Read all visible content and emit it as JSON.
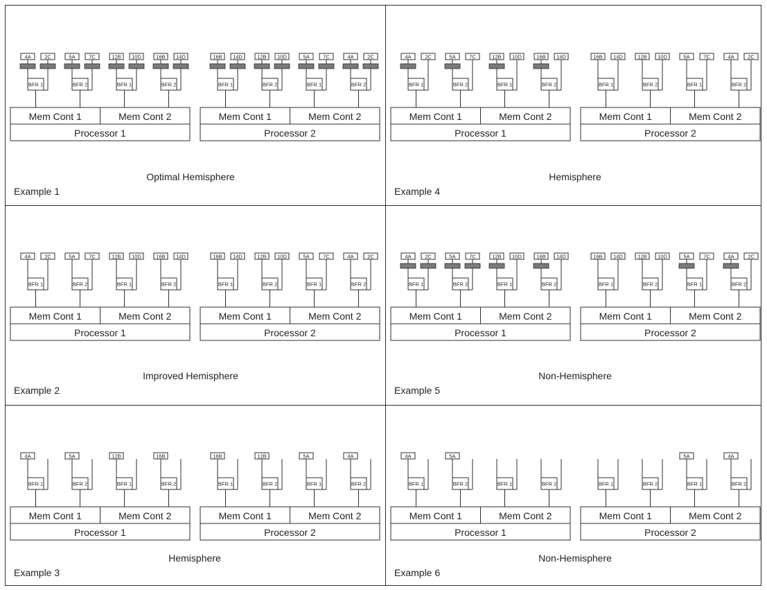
{
  "labels": {
    "mem_cont_1": "Mem Cont 1",
    "mem_cont_2": "Mem Cont 2",
    "processor_1": "Processor 1",
    "processor_2": "Processor 2",
    "bfr_1": "BFR 1",
    "bfr_2": "BFR 2"
  },
  "colors": {
    "line": "#2c2c2c",
    "dimm_fill": "#ffffff",
    "populated_fill": "#7a7a7a"
  },
  "panels": [
    {
      "example": "Example 1",
      "caption": "Optimal Hemisphere",
      "p1": [
        {
          "slots": [
            "4A",
            "2C"
          ],
          "filled": [
            true,
            true
          ]
        },
        {
          "slots": [
            "5A",
            "7C"
          ],
          "filled": [
            true,
            true
          ]
        },
        {
          "slots": [
            "12B",
            "10D"
          ],
          "filled": [
            true,
            true
          ]
        },
        {
          "slots": [
            "16B",
            "14D"
          ],
          "filled": [
            true,
            true
          ]
        }
      ],
      "p2": [
        {
          "slots": [
            "16B",
            "14D"
          ],
          "filled": [
            true,
            true
          ]
        },
        {
          "slots": [
            "12B",
            "10D"
          ],
          "filled": [
            true,
            true
          ]
        },
        {
          "slots": [
            "5A",
            "7C"
          ],
          "filled": [
            true,
            true
          ]
        },
        {
          "slots": [
            "4A",
            "2C"
          ],
          "filled": [
            true,
            true
          ]
        }
      ]
    },
    {
      "example": "Example 4",
      "caption": "Hemisphere",
      "p1": [
        {
          "slots": [
            "4A",
            "2C"
          ],
          "filled": [
            true,
            false
          ]
        },
        {
          "slots": [
            "5A",
            "7C"
          ],
          "filled": [
            true,
            false
          ]
        },
        {
          "slots": [
            "12B",
            "10D"
          ],
          "filled": [
            true,
            false
          ]
        },
        {
          "slots": [
            "16B",
            "14D"
          ],
          "filled": [
            true,
            false
          ]
        }
      ],
      "p2": [
        {
          "slots": [
            "16B",
            "14D"
          ],
          "filled": [
            false,
            false
          ]
        },
        {
          "slots": [
            "12B",
            "10D"
          ],
          "filled": [
            false,
            false
          ]
        },
        {
          "slots": [
            "5A",
            "7C"
          ],
          "filled": [
            false,
            false
          ]
        },
        {
          "slots": [
            "4A",
            "2C"
          ],
          "filled": [
            false,
            false
          ]
        }
      ]
    },
    {
      "example": "Example 2",
      "caption": "Improved Hemisphere",
      "p1": [
        {
          "slots": [
            "4A",
            "2C"
          ],
          "filled": [
            false,
            false
          ]
        },
        {
          "slots": [
            "5A",
            "7C"
          ],
          "filled": [
            false,
            false
          ]
        },
        {
          "slots": [
            "12B",
            "10D"
          ],
          "filled": [
            false,
            false
          ]
        },
        {
          "slots": [
            "16B",
            "14D"
          ],
          "filled": [
            false,
            false
          ]
        }
      ],
      "p2": [
        {
          "slots": [
            "16B",
            "14D"
          ],
          "filled": [
            false,
            false
          ]
        },
        {
          "slots": [
            "12B",
            "10D"
          ],
          "filled": [
            false,
            false
          ]
        },
        {
          "slots": [
            "5A",
            "7C"
          ],
          "filled": [
            false,
            false
          ]
        },
        {
          "slots": [
            "4A",
            "2C"
          ],
          "filled": [
            false,
            false
          ]
        }
      ]
    },
    {
      "example": "Example 5",
      "caption": "Non-Hemisphere",
      "p1": [
        {
          "slots": [
            "4A",
            "2C"
          ],
          "filled": [
            true,
            true
          ]
        },
        {
          "slots": [
            "5A",
            "7C"
          ],
          "filled": [
            true,
            true
          ]
        },
        {
          "slots": [
            "12B",
            "10D"
          ],
          "filled": [
            true,
            false
          ]
        },
        {
          "slots": [
            "16B",
            "14D"
          ],
          "filled": [
            true,
            false
          ]
        }
      ],
      "p2": [
        {
          "slots": [
            "16B",
            "14D"
          ],
          "filled": [
            false,
            false
          ]
        },
        {
          "slots": [
            "12B",
            "10D"
          ],
          "filled": [
            false,
            false
          ]
        },
        {
          "slots": [
            "5A",
            "7C"
          ],
          "filled": [
            true,
            false
          ]
        },
        {
          "slots": [
            "4A",
            "2C"
          ],
          "filled": [
            true,
            false
          ]
        }
      ]
    },
    {
      "example": "Example 3",
      "caption": "Hemisphere",
      "p1": [
        {
          "slots": [
            "4A",
            ""
          ],
          "filled": [
            false,
            false
          ]
        },
        {
          "slots": [
            "5A",
            ""
          ],
          "filled": [
            false,
            false
          ]
        },
        {
          "slots": [
            "12B",
            ""
          ],
          "filled": [
            false,
            false
          ]
        },
        {
          "slots": [
            "16B",
            ""
          ],
          "filled": [
            false,
            false
          ]
        }
      ],
      "p2": [
        {
          "slots": [
            "16B",
            ""
          ],
          "filled": [
            false,
            false
          ]
        },
        {
          "slots": [
            "12B",
            ""
          ],
          "filled": [
            false,
            false
          ]
        },
        {
          "slots": [
            "5A",
            ""
          ],
          "filled": [
            false,
            false
          ]
        },
        {
          "slots": [
            "4A",
            ""
          ],
          "filled": [
            false,
            false
          ]
        }
      ]
    },
    {
      "example": "Example 6",
      "caption": "Non-Hemisphere",
      "p1": [
        {
          "slots": [
            "4A",
            ""
          ],
          "filled": [
            false,
            false
          ]
        },
        {
          "slots": [
            "5A",
            ""
          ],
          "filled": [
            false,
            false
          ]
        },
        {
          "slots": [
            "",
            ""
          ],
          "filled": [
            false,
            false
          ]
        },
        {
          "slots": [
            "",
            ""
          ],
          "filled": [
            false,
            false
          ]
        }
      ],
      "p2": [
        {
          "slots": [
            "",
            ""
          ],
          "filled": [
            false,
            false
          ]
        },
        {
          "slots": [
            "",
            ""
          ],
          "filled": [
            false,
            false
          ]
        },
        {
          "slots": [
            "5A",
            ""
          ],
          "filled": [
            false,
            false
          ]
        },
        {
          "slots": [
            "4A",
            ""
          ],
          "filled": [
            false,
            false
          ]
        }
      ]
    }
  ]
}
